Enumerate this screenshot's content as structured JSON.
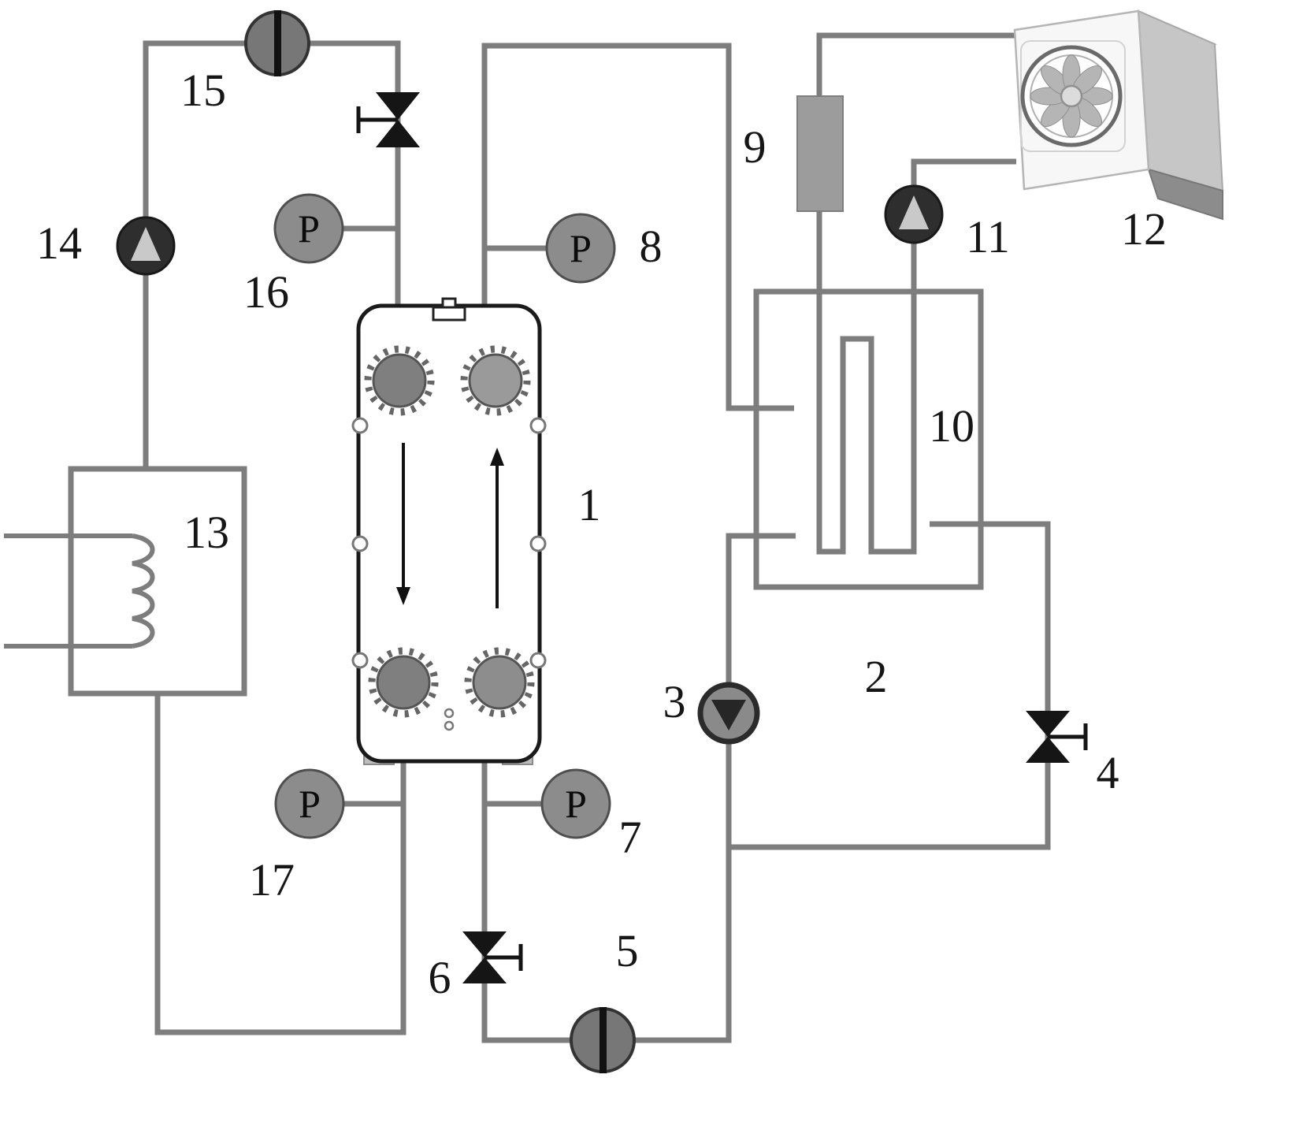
{
  "diagram": {
    "pipe_color": "#7d7d7d",
    "outline_color": "#1a1a1a",
    "gauge_letter": "P",
    "components": {
      "plate_heat_exchanger": {
        "label": "1"
      },
      "water_tank": {
        "label": "2"
      },
      "circulation_pump": {
        "label": "3"
      },
      "bypass_valve": {
        "label": "4"
      },
      "flow_meter_bottom": {
        "label": "5"
      },
      "shutoff_valve_bottom": {
        "label": "6"
      },
      "pressure_gauge_bottom_right": {
        "label": "7"
      },
      "pressure_gauge_top_right": {
        "label": "8"
      },
      "inline_heater": {
        "label": "9"
      },
      "immersed_coil": {
        "label": "10"
      },
      "cooling_pump": {
        "label": "11"
      },
      "air_cooled_unit": {
        "label": "12"
      },
      "load_coil_box": {
        "label": "13"
      },
      "left_pump": {
        "label": "14"
      },
      "flow_meter_top": {
        "label": "15"
      },
      "pressure_gauge_top_left": {
        "label": "16"
      },
      "pressure_gauge_bottom_left": {
        "label": "17"
      }
    }
  }
}
